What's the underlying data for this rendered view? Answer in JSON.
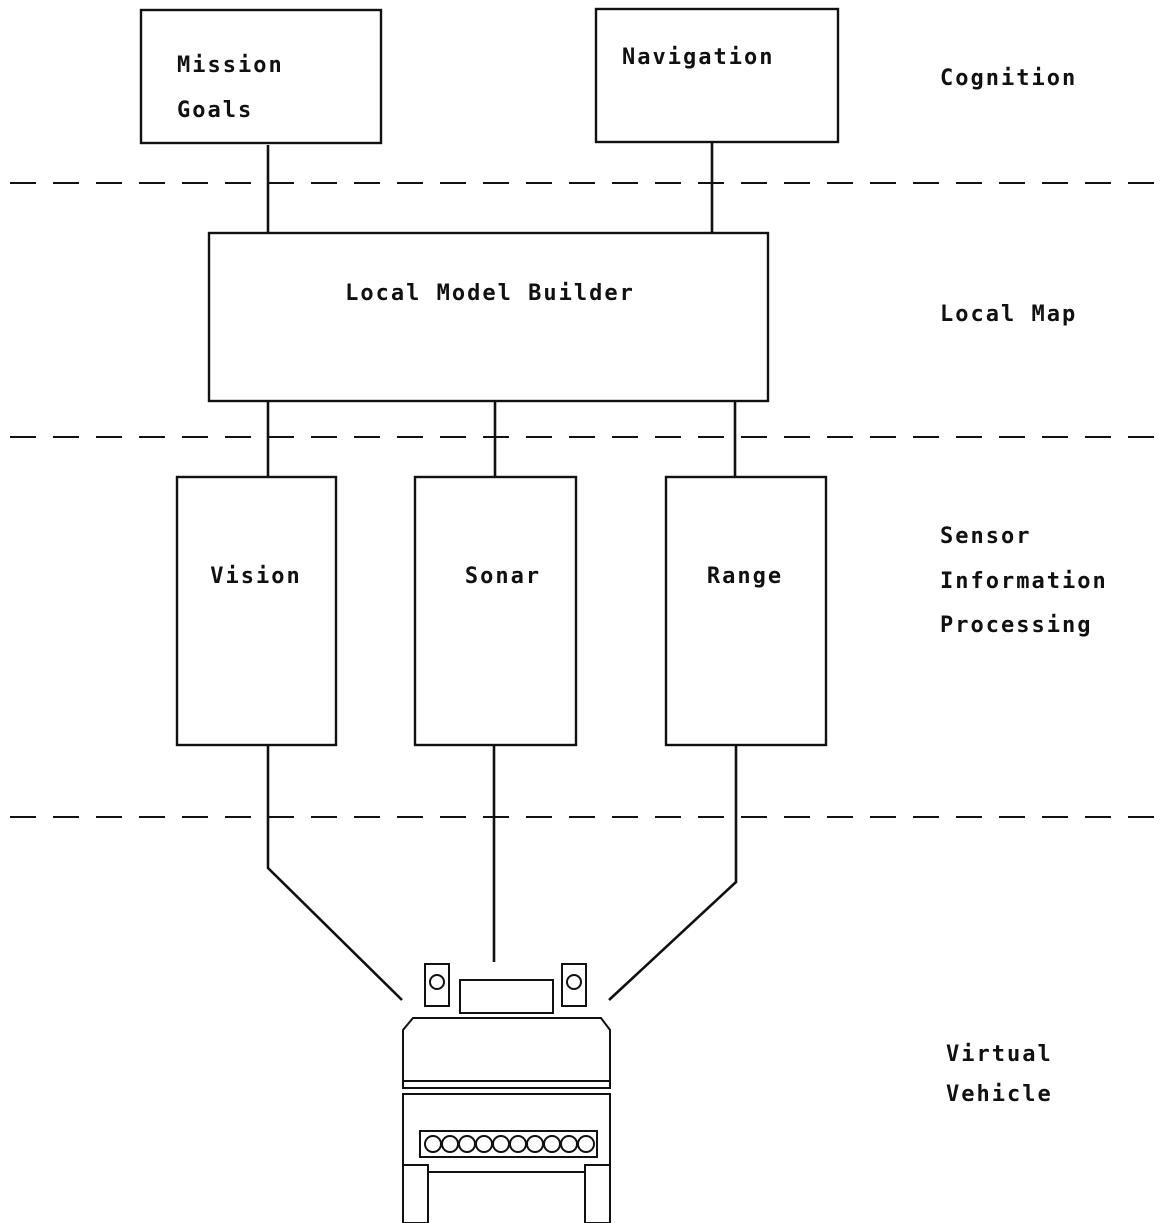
{
  "boxes": {
    "mission": [
      "Mission",
      "Goals"
    ],
    "navigation": "Navigation",
    "local_model_builder": "Local Model Builder",
    "vision": "Vision",
    "sonar": "Sonar",
    "range": "Range"
  },
  "layers": {
    "cognition": "Cognition",
    "local_map": "Local Map",
    "sensor": [
      "Sensor",
      "Information",
      "Processing"
    ],
    "virtual_vehicle": [
      "Virtual",
      "Vehicle"
    ]
  },
  "icons": {
    "vehicle": "vehicle-icon"
  }
}
